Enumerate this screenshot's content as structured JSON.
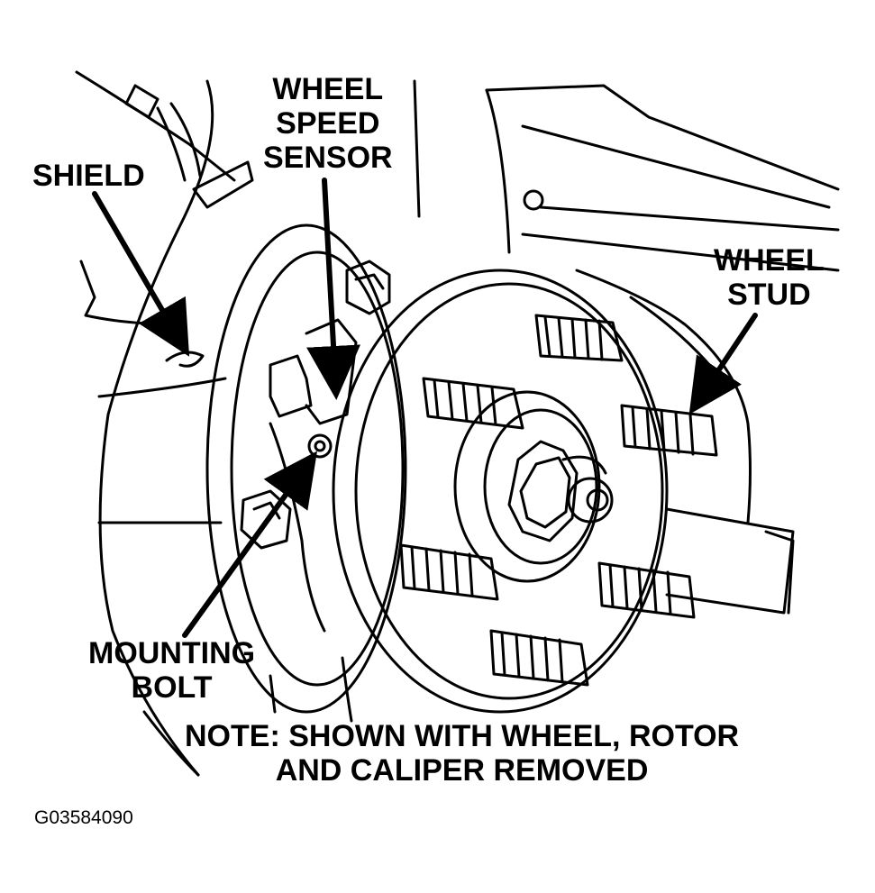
{
  "labels": {
    "wheel_speed_sensor": [
      "WHEEL",
      "SPEED",
      "SENSOR"
    ],
    "shield": "SHIELD",
    "wheel_stud": [
      "WHEEL",
      "STUD"
    ],
    "mounting_bolt": [
      "MOUNTING",
      "BOLT"
    ],
    "note": [
      "NOTE: SHOWN WITH WHEEL, ROTOR",
      "AND CALIPER REMOVED"
    ]
  },
  "figure_id": "G03584090",
  "colors": {
    "ink": "#000000",
    "paper": "#ffffff"
  }
}
